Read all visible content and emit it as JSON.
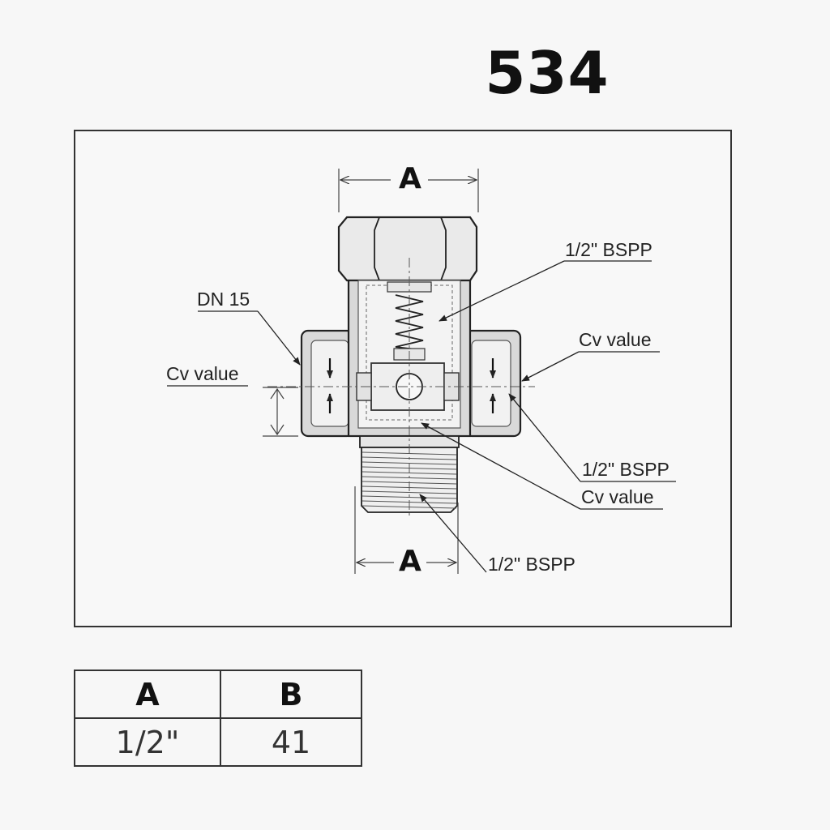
{
  "title": "534",
  "drawing": {
    "dim_top": "A",
    "dim_bottom": "A",
    "callouts": {
      "dn": "DN 15",
      "cv_left": "Cv value",
      "bspp_top": "1/2\" BSPP",
      "cv_right_top": "Cv value",
      "bspp_right": "1/2\" BSPP",
      "cv_right_bottom": "Cv value",
      "bspp_bottom": "1/2\" BSPP"
    }
  },
  "table": {
    "headers": [
      "A",
      "B"
    ],
    "rows": [
      [
        "1/2\"",
        "41"
      ]
    ]
  }
}
